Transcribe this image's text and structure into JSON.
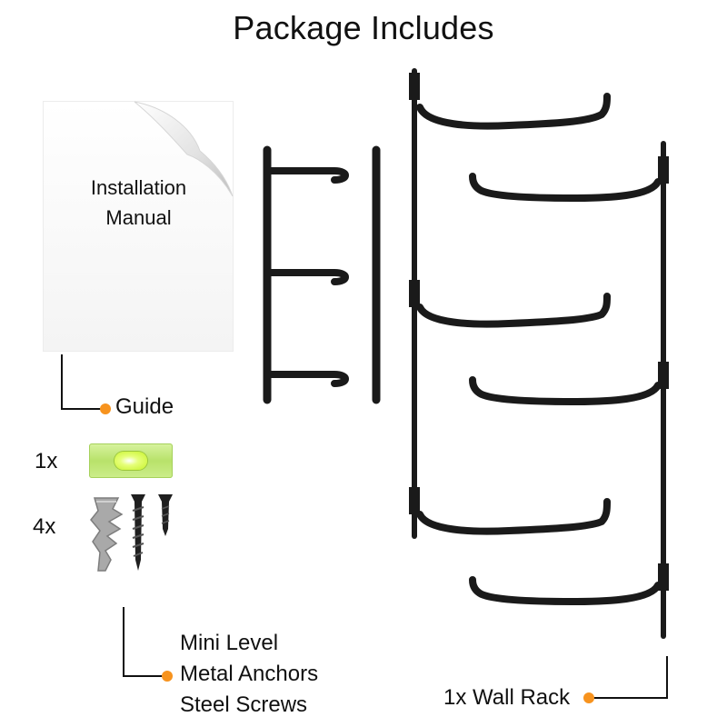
{
  "title": "Package Includes",
  "manual": {
    "line1": "Installation",
    "line2": "Manual"
  },
  "labels": {
    "guide": "Guide",
    "mini_level": "Mini Level",
    "metal_anchors": "Metal Anchors",
    "steel_screws": "Steel Screws",
    "wall_rack": "1x Wall Rack"
  },
  "quantities": {
    "level": "1x",
    "hardware": "4x"
  },
  "colors": {
    "accent_dot": "#f7931e",
    "rack": "#1a1a1a",
    "level": "#c6f22a",
    "anchor": "#a9a9a9"
  },
  "icons": [
    "installation-manual-icon",
    "mini-level-icon",
    "metal-anchor-icon",
    "steel-screw-icon",
    "wall-rack-icon",
    "towel-bar-icon"
  ]
}
